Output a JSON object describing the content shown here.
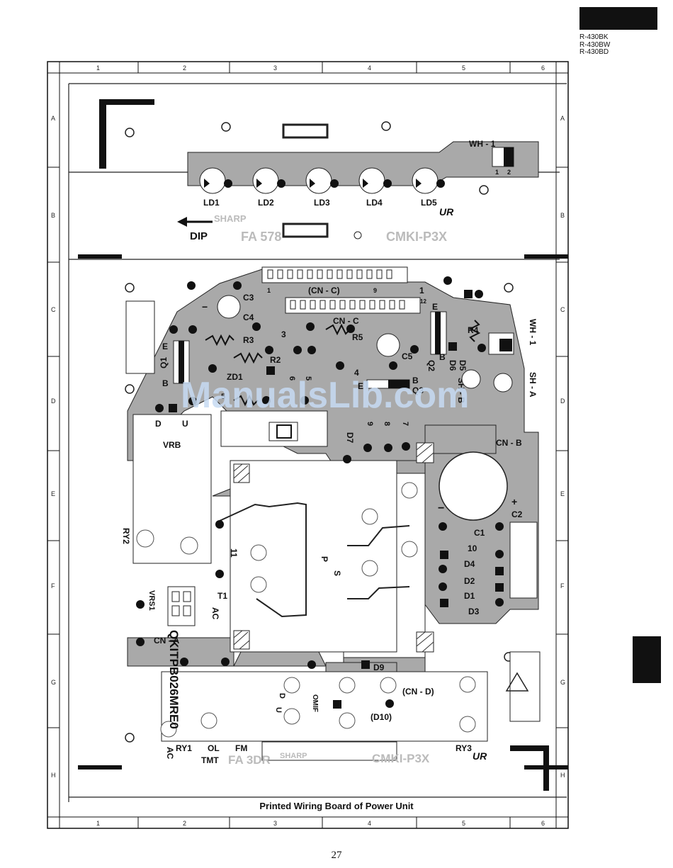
{
  "header": {
    "models": [
      "R-430BK",
      "R-430BW",
      "R-430BD"
    ]
  },
  "grid": {
    "columns": [
      "1",
      "2",
      "3",
      "4",
      "5",
      "6"
    ],
    "rows": [
      "A",
      "B",
      "C",
      "D",
      "E",
      "F",
      "G",
      "H"
    ]
  },
  "board": {
    "part_number": "QKITPB026MRE0",
    "silkscreen": {
      "sharp_top": "SHARP",
      "fa_top": "FA 578",
      "cmk_top": "CMKI-P3X",
      "dip": "DIP",
      "sharp_bottom": "SHARP",
      "fa_bottom": "FA 3DR",
      "cmk_bottom": "CMKI-P3X"
    },
    "components": {
      "leds": [
        "LD1",
        "LD2",
        "LD3",
        "LD4",
        "LD5"
      ],
      "wh1_top": "WH - 1",
      "wh1_right": "WH - 1",
      "pin1": "1",
      "pin2": "2",
      "cn_c_top": "(CN - C)",
      "cn_c_mid": "CN - C",
      "c3": "C3",
      "c4": "C4",
      "c5": "C5",
      "r3": "R3",
      "r2": "R2",
      "r5": "R5",
      "r4": "R4",
      "zd1": "ZD1",
      "q1": "Q1",
      "q2": "Q2",
      "q3": "Q3",
      "d5": "D5",
      "d6": "D6",
      "d7": "D7",
      "vrb": "VRB",
      "sh_a": "SH - A",
      "sh_b": "SH - B",
      "cn_b": "CN - B",
      "c2": "C2",
      "c1": "C1",
      "ry2": "RY2",
      "vrs1": "VRS1",
      "t1": "T1",
      "ac": "AC",
      "cn_a": "CN - A",
      "p": "P",
      "s": "S",
      "d1": "D1",
      "d2": "D2",
      "d3": "D3",
      "d4": "D4",
      "d9": "D9",
      "d10": "(D10)",
      "cn_d": "(CN - D)",
      "ry1": "RY1",
      "ry3": "RY3",
      "ol": "OL",
      "tmt": "TMT",
      "fm": "FM",
      "ac_bottom": "AC",
      "d_label": "D",
      "u_label": "U",
      "omif": "OMIF",
      "num_1": "1",
      "num_3": "3",
      "num_4": "4",
      "num_5": "5",
      "num_6": "6",
      "num_7": "7",
      "num_8": "8",
      "num_9": "9",
      "num_10": "10",
      "num_11": "11",
      "num_12": "12",
      "e": "E",
      "b": "B"
    }
  },
  "caption": "Printed Wiring Board of Power Unit",
  "watermark": "ManualsLib.com",
  "page_number": "27"
}
